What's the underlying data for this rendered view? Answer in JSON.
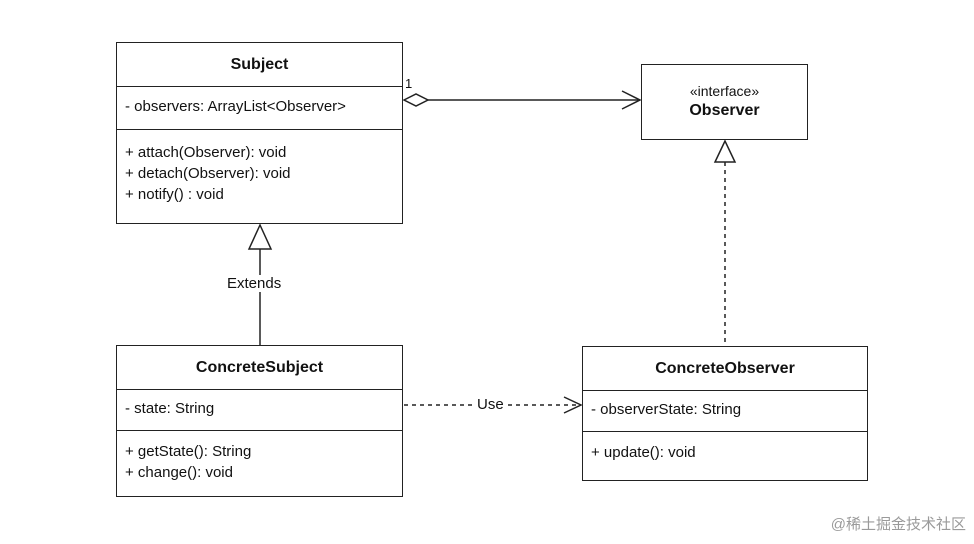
{
  "subject": {
    "name": "Subject",
    "attributes": [
      "- observers: ArrayList<Observer>"
    ],
    "operations": [
      "+ attach(Observer): void",
      "+ detach(Observer): void",
      "+ notify() : void"
    ]
  },
  "observer": {
    "stereotype": "«interface»",
    "name": "Observer"
  },
  "concrete_subject": {
    "name": "ConcreteSubject",
    "attributes": [
      "- state: String"
    ],
    "operations": [
      "+ getState(): String",
      "+ change(): void"
    ]
  },
  "concrete_observer": {
    "name": "ConcreteObserver",
    "attributes": [
      "- observerState: String"
    ],
    "operations": [
      "+ update(): void"
    ]
  },
  "relations": {
    "aggregation_multiplicity": "1",
    "extends_label": "Extends",
    "use_label": "Use"
  },
  "watermark": "@稀土掘金技术社区"
}
